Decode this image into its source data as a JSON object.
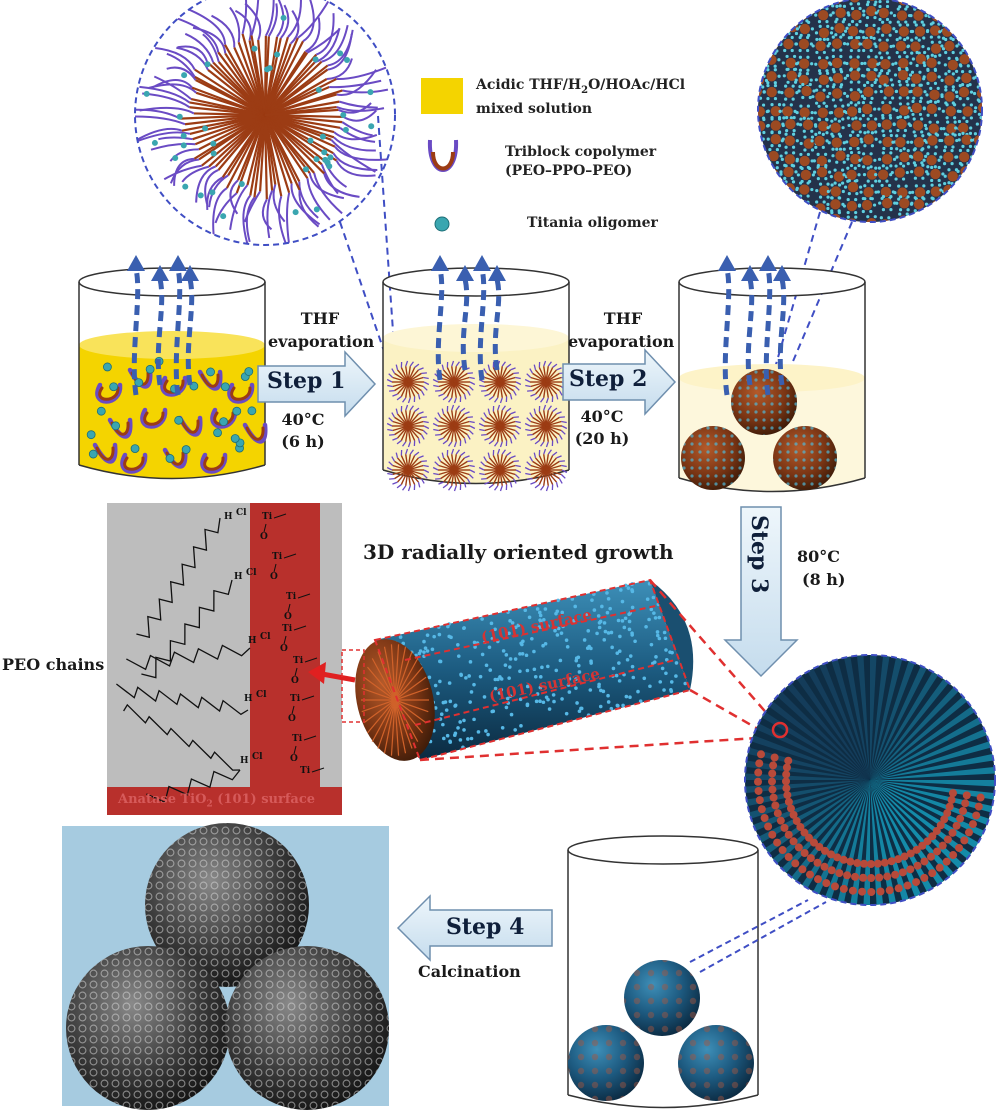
{
  "legend": {
    "solution_line1": "Acidic THF/H",
    "solution_sub1": "2",
    "solution_mid": "O/HOAc/HCl",
    "solution_line2": "mixed solution",
    "copolymer_line1": "Triblock copolymer",
    "copolymer_line2": "(PEO–PPO–PEO)",
    "oligomer": "Titania oligomer"
  },
  "step1": {
    "pre_line1": "THF",
    "pre_line2": "evaporation",
    "label": "Step 1",
    "temp": "40°C",
    "time": "(6 h)"
  },
  "step2": {
    "pre_line1": "THF",
    "pre_line2": "evaporation",
    "label": "Step 2",
    "temp": "40°C",
    "time": "(20 h)"
  },
  "step3": {
    "label": "Step 3",
    "temp": "80°C",
    "time": "(8 h)"
  },
  "step4": {
    "label": "Step 4",
    "post": "Calcination"
  },
  "growth_title": "3D radially oriented growth",
  "peo_label": "PEO chains",
  "surface_label_a": "(101) surface",
  "surface_label_b": "(101) surface",
  "anatase_label_pre": "Anatase TiO",
  "anatase_label_sub": "2",
  "anatase_label_post": " (101) surface",
  "chem": {
    "ti": "Ti",
    "o": "O",
    "h": "H",
    "cl": "Cl"
  },
  "colors": {
    "solution_yellow": "#f4d400",
    "pale_yellow": "#fbf2c4",
    "copolymer_brown": "#9c3c14",
    "copolymer_purple": "#6a4bc4",
    "oligomer_teal": "#3aa6b0",
    "arrow_fill": "#d7e8f4",
    "arrow_stroke": "#6f8fae",
    "dash_blue": "#3f4ec4",
    "sphere_blue": "#1f5f86",
    "red_band": "#b8302c",
    "gray_panel": "#bdbdbd",
    "sky_panel": "#a6cbe0"
  }
}
